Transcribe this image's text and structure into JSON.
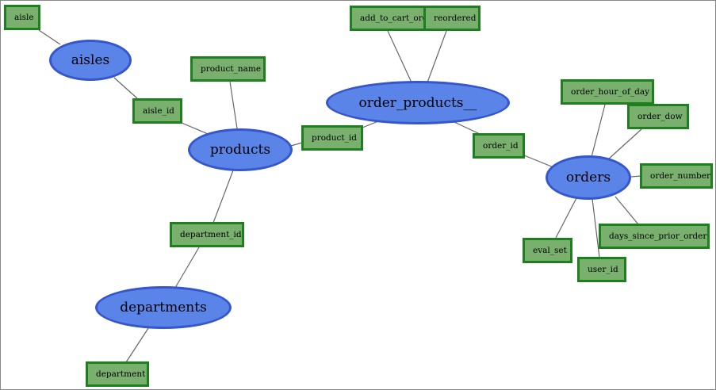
{
  "entities": {
    "aisles": "aisles",
    "products": "products",
    "order_products": "order_products__",
    "orders": "orders",
    "departments": "departments"
  },
  "attributes": {
    "aisle": "aisle",
    "aisle_id": "aisle_id",
    "product_name": "product_name",
    "product_id": "product_id",
    "department_id": "department_id",
    "department": "department",
    "add_to_cart_order": "add_to_cart_order",
    "reordered": "reordered",
    "order_id": "order_id",
    "order_hour_of_day": "order_hour_of_day",
    "order_dow": "order_dow",
    "order_number": "order_number",
    "days_since_prior_order": "days_since_prior_order",
    "eval_set": "eval_set",
    "user_id": "user_id"
  },
  "colors": {
    "entity_fill": "#5b84e8",
    "entity_border": "#3556cc",
    "attribute_fill": "#79b06e",
    "attribute_border": "#1e7f1e",
    "edge": "#666666"
  }
}
